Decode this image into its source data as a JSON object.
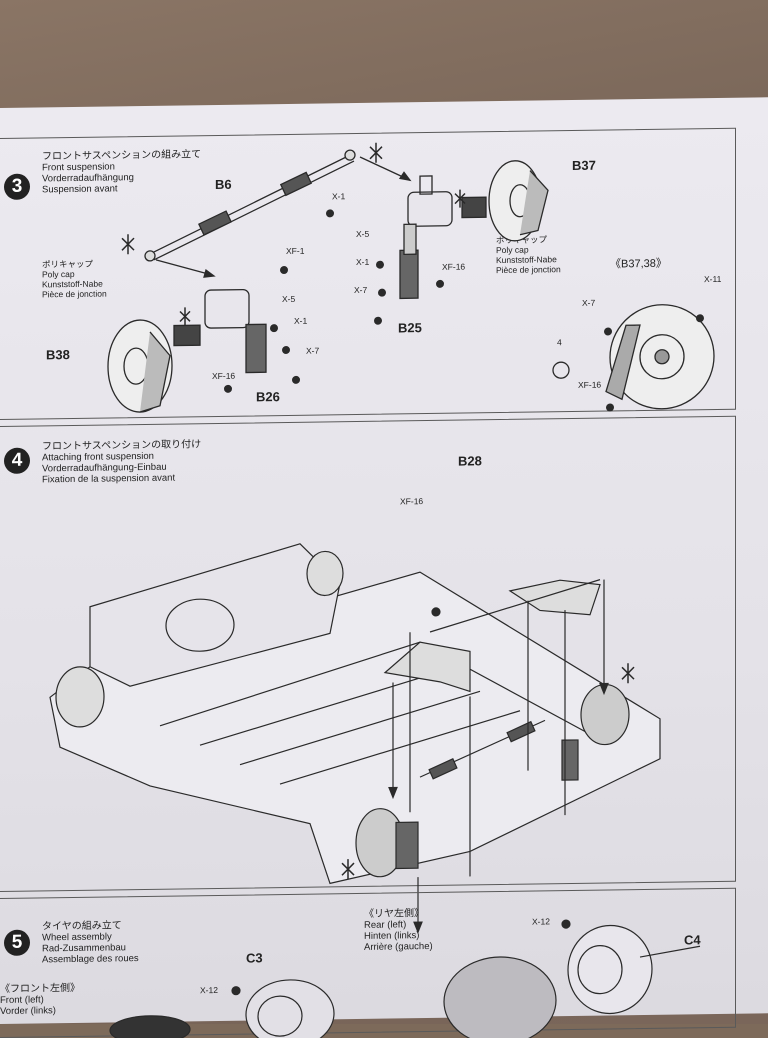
{
  "step3": {
    "number": "3",
    "title_jp": "フロントサスペンションの組み立て",
    "title_en": "Front suspension",
    "title_de": "Vorderradaufhängung",
    "title_fr": "Suspension avant",
    "parts": {
      "b6": "B6",
      "b37": "B37",
      "b38": "B38",
      "b25": "B25",
      "b26": "B26",
      "b3738": "《B37,38》"
    },
    "screws": {
      "x1": "X-1",
      "x5": "X-5",
      "x7": "X-7",
      "xf1": "XF-1",
      "xf16": "XF-16",
      "x11": "X-11"
    },
    "circle4": "4",
    "polycap_left": [
      "ポリキャップ",
      "Poly cap",
      "Kunststoff-Nabe",
      "Pièce de jonction"
    ],
    "polycap_right": [
      "ポリキャップ",
      "Poly cap",
      "Kunststoff-Nabe",
      "Pièce de jonction"
    ]
  },
  "step4": {
    "number": "4",
    "title_jp": "フロントサスペンションの取り付け",
    "title_en": "Attaching front suspension",
    "title_de": "Vorderradaufhängung-Einbau",
    "title_fr": "Fixation de la suspension avant",
    "parts": {
      "b28": "B28",
      "xf16": "XF-16"
    }
  },
  "step5": {
    "number": "5",
    "title_jp": "タイヤの組み立て",
    "title_en": "Wheel assembly",
    "title_de": "Rad-Zusammenbau",
    "title_fr": "Assemblage des roues",
    "rear_jp": "《リヤ左側》",
    "rear_en": "Rear (left)",
    "rear_de": "Hinten (links)",
    "rear_fr": "Arrière (gauche)",
    "front_jp": "《フロント左側》",
    "front_en": "Front (left)",
    "front_de": "Vorder (links)",
    "parts": {
      "c3": "C3",
      "c4": "C4",
      "x12a": "X-12",
      "x12b": "X-12"
    }
  },
  "colors": {
    "ink": "#2a2a2a",
    "paper": "#e8e6ec",
    "table": "#7d6a5a"
  }
}
